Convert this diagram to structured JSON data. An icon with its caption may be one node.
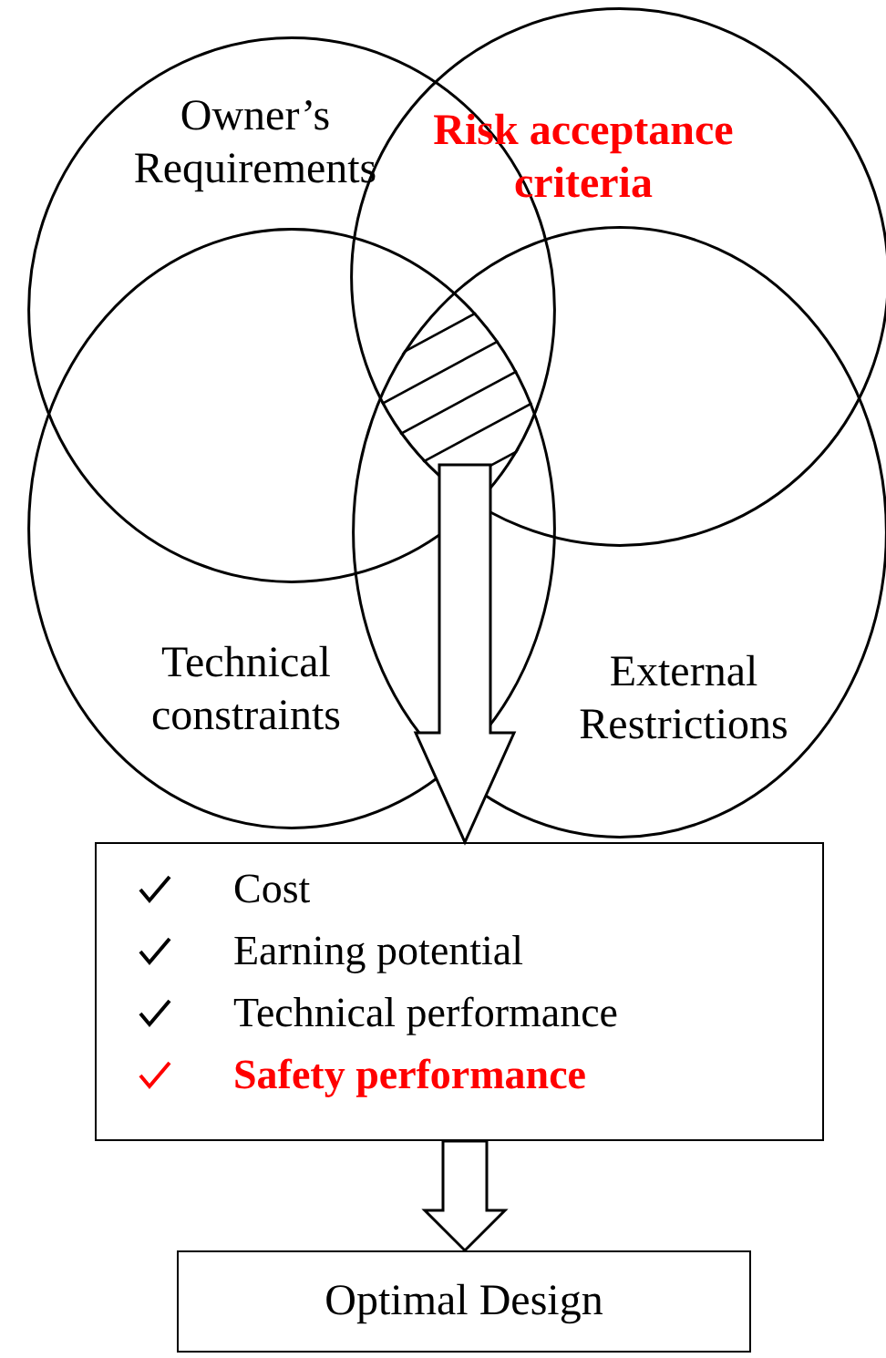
{
  "diagram": {
    "nodes": [
      {
        "text": [
          "Owner’s Requirements"
        ]
      },
      {
        "text": [
          "Risk acceptance criteria"
        ]
      },
      {
        "text": [
          "Technical constraints"
        ]
      },
      {
        "text": [
          "External Restrictions"
        ]
      },
      {
        "text": [
          "Cost",
          "Earning potential",
          "Technical performance",
          "Safety performance"
        ]
      },
      {
        "text": [
          "Optimal Design"
        ]
      }
    ],
    "edges": [
      {
        "from": null,
        "to": 4,
        "arrow": "to"
      },
      {
        "from": 4,
        "to": 5,
        "arrow": "to"
      }
    ]
  }
}
